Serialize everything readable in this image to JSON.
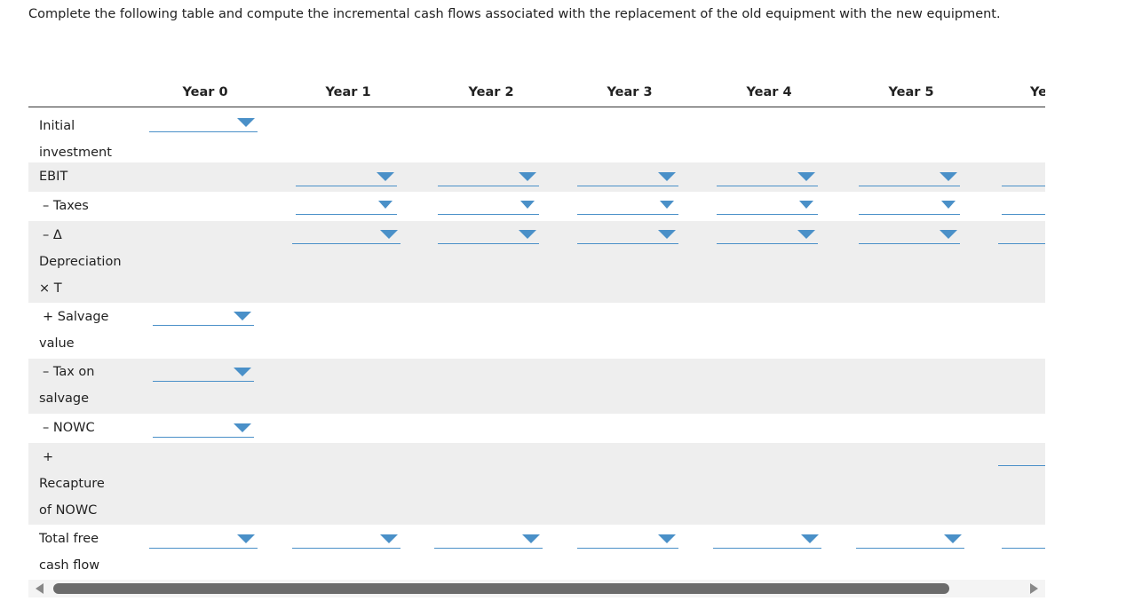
{
  "instruction": "Complete the following table and compute the incremental cash flows associated with the replacement of the old equipment with the new equipment.",
  "columns": [
    "Year 0",
    "Year 1",
    "Year 2",
    "Year 3",
    "Year 4",
    "Year 5",
    "Ye"
  ],
  "rows": [
    {
      "label_lines": [
        "Initial",
        "investment"
      ]
    },
    {
      "label_lines": [
        "EBIT"
      ]
    },
    {
      "label_lines": [
        "– Taxes"
      ]
    },
    {
      "label_lines": [
        "– Δ",
        "Depreciation",
        "× T"
      ]
    },
    {
      "label_lines": [
        "+ Salvage",
        "value"
      ]
    },
    {
      "label_lines": [
        "– Tax on",
        "salvage"
      ]
    },
    {
      "label_lines": [
        "– NOWC"
      ]
    },
    {
      "label_lines": [
        "+",
        "Recapture",
        "of NOWC"
      ]
    },
    {
      "label_lines": [
        "Total free",
        "cash flow"
      ]
    }
  ],
  "colors": {
    "accent": "#4a90c8",
    "shaded_row": "#eeeeee",
    "scroll_thumb": "#6b6b6b"
  }
}
